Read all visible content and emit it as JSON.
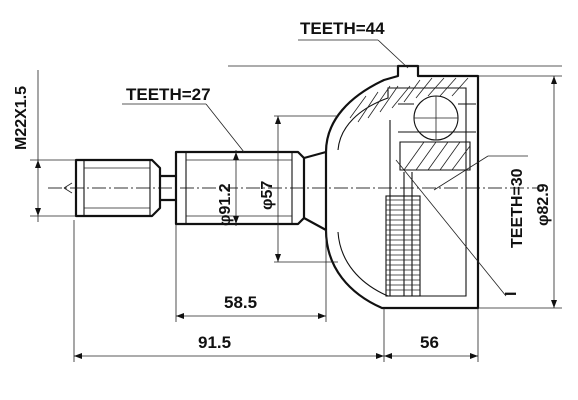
{
  "labels": {
    "outer_teeth": "TEETH=44",
    "shaft_teeth": "TEETH=27",
    "inner_teeth": "TEETH=30",
    "thread": "M22X1.5",
    "d_shaft": "φ91.2",
    "d_seat": "φ57",
    "d_outer": "φ82.9",
    "len_shaft": "58.5",
    "len_total": "91.5",
    "len_bell": "56",
    "part_mark": "I"
  }
}
